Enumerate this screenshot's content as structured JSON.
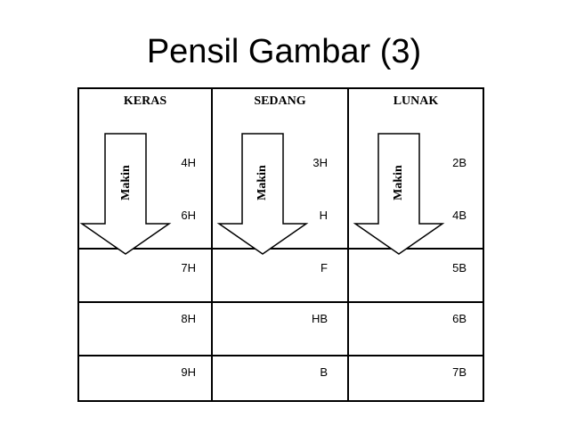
{
  "title": "Pensil Gambar (3)",
  "table": {
    "columns": [
      "KERAS",
      "SEDANG",
      "LUNAK"
    ],
    "arrow_label": "Makin",
    "rows": [
      [
        "4H",
        "3H",
        "2B"
      ],
      [
        "6H",
        "H",
        "4B"
      ],
      [
        "7H",
        "F",
        "5B"
      ],
      [
        "8H",
        "HB",
        "6B"
      ],
      [
        "9H",
        "B",
        "7B"
      ]
    ]
  }
}
